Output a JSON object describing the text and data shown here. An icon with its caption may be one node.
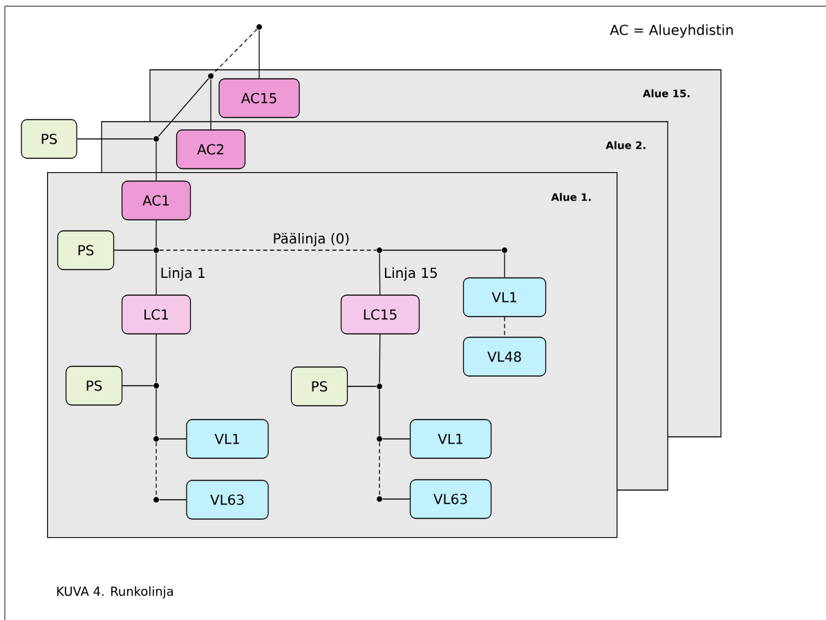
{
  "diagram": {
    "caption": "KUVA 4. Runkolinja",
    "nodes": [
      {
        "text": [
          "Alue 15."
        ]
      },
      {
        "text": [
          "AC15"
        ],
        "in": 0
      },
      {
        "text": [
          "Alue 2."
        ]
      },
      {
        "text": [
          "AC2"
        ],
        "in": 2
      },
      {
        "text": [
          "PS"
        ]
      },
      {
        "text": [
          "Alue 1."
        ]
      },
      {
        "text": [
          "AC1"
        ],
        "in": 5
      },
      {
        "text": [
          "PS"
        ],
        "in": 5
      },
      {
        "text": [
          "LC1"
        ],
        "in": 5
      },
      {
        "text": [
          "LC15"
        ],
        "in": 5
      },
      {
        "text": [
          "VL1"
        ],
        "in": 5
      },
      {
        "text": [
          "VL48"
        ],
        "in": 5
      },
      {
        "text": [
          "PS"
        ],
        "in": 5
      },
      {
        "text": [
          "VL1"
        ],
        "in": 5
      },
      {
        "text": [
          "VL63"
        ],
        "in": 5
      },
      {
        "text": [
          "PS"
        ],
        "in": 5
      },
      {
        "text": [
          "VL1"
        ],
        "in": 5
      },
      {
        "text": [
          "VL63"
        ],
        "in": 5
      },
      {
        "text": [],
        "shape": "circle"
      },
      {
        "text": [],
        "shape": "circle",
        "in": 0
      },
      {
        "text": [],
        "shape": "circle",
        "in": 2
      },
      {
        "text": [],
        "shape": "circle",
        "in": 5
      },
      {
        "text": [],
        "shape": "circle",
        "in": 5
      },
      {
        "text": [],
        "shape": "circle",
        "in": 5
      },
      {
        "text": [],
        "shape": "circle",
        "in": 5
      },
      {
        "text": [],
        "shape": "circle",
        "in": 5
      },
      {
        "text": [],
        "shape": "circle",
        "in": 5
      },
      {
        "text": [],
        "shape": "circle",
        "in": 5
      },
      {
        "text": [],
        "shape": "circle",
        "in": 5
      },
      {
        "text": [],
        "shape": "circle",
        "in": 5
      }
    ],
    "edges": [
      {
        "from": 18,
        "to": 19,
        "arrow": "none",
        "style": "dashed"
      },
      {
        "from": 18,
        "to": 1,
        "arrow": "none"
      },
      {
        "from": 19,
        "to": 20,
        "arrow": "none"
      },
      {
        "from": 19,
        "to": 3,
        "arrow": "none"
      },
      {
        "from": 4,
        "to": 20,
        "arrow": "none"
      },
      {
        "from": 20,
        "to": 6,
        "arrow": "none"
      },
      {
        "from": 6,
        "to": 21,
        "arrow": "none"
      },
      {
        "from": 7,
        "to": 21,
        "arrow": "none"
      },
      {
        "from": 21,
        "to": 22,
        "arrow": "none",
        "style": "dashed",
        "label": "Päälinja (0)"
      },
      {
        "from": 22,
        "to": 23,
        "arrow": "none"
      },
      {
        "from": 23,
        "to": 10,
        "arrow": "none"
      },
      {
        "from": 10,
        "to": 11,
        "arrow": "none",
        "style": "dashed"
      },
      {
        "from": 21,
        "to": 8,
        "arrow": "none",
        "label": "Linja 1"
      },
      {
        "from": 22,
        "to": 9,
        "arrow": "none",
        "label": "Linja 15"
      },
      {
        "from": 8,
        "to": 24,
        "arrow": "none"
      },
      {
        "from": 12,
        "to": 24,
        "arrow": "none"
      },
      {
        "from": 24,
        "to": 25,
        "arrow": "none"
      },
      {
        "from": 25,
        "to": 13,
        "arrow": "none"
      },
      {
        "from": 25,
        "to": 26,
        "arrow": "none",
        "style": "dashed"
      },
      {
        "from": 26,
        "to": 14,
        "arrow": "none"
      },
      {
        "from": 9,
        "to": 27,
        "arrow": "none"
      },
      {
        "from": 15,
        "to": 27,
        "arrow": "none"
      },
      {
        "from": 27,
        "to": 28,
        "arrow": "none"
      },
      {
        "from": 28,
        "to": 16,
        "arrow": "none"
      },
      {
        "from": 28,
        "to": 29,
        "arrow": "none",
        "style": "dashed"
      },
      {
        "from": 29,
        "to": 17,
        "arrow": "none"
      }
    ],
    "labels": [
      "AC = Alueyhdistin"
    ]
  }
}
